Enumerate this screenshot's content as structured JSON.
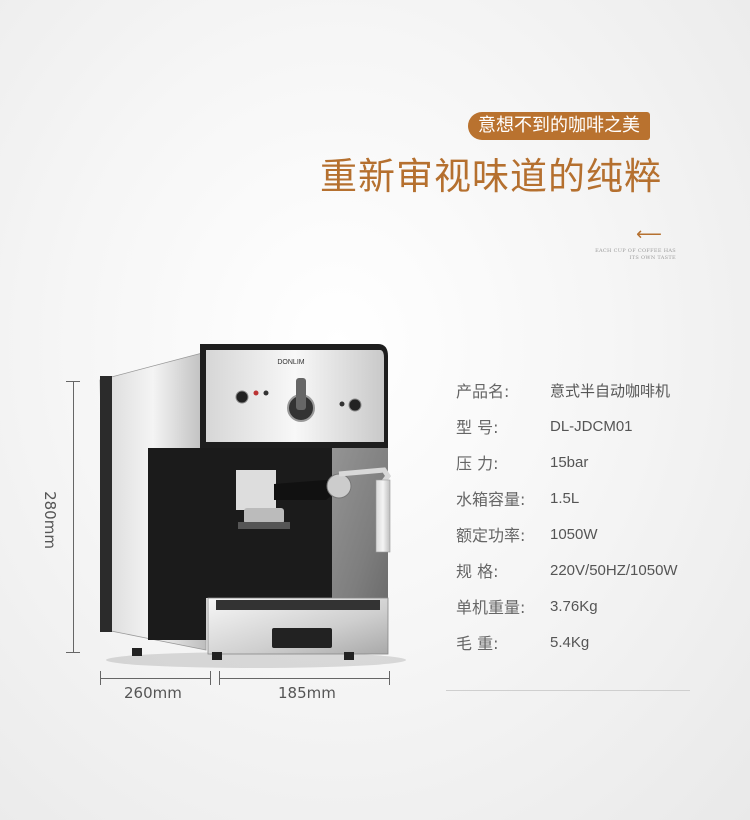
{
  "header": {
    "tagline": "意想不到的咖啡之美",
    "headline": "重新审视味道的纯粹",
    "arrow": "⟵",
    "english_small": "EACH CUP OF COFFEE HAS ITS OWN TASTE"
  },
  "brand": {
    "logo_text": "DONLIM"
  },
  "dimensions": {
    "height": "280mm",
    "depth": "260mm",
    "width": "185mm"
  },
  "specs": [
    {
      "label": "产品名:",
      "value": "意式半自动咖啡机"
    },
    {
      "label": "型  号:",
      "value": "DL-JDCM01"
    },
    {
      "label": "压  力:",
      "value": "15bar"
    },
    {
      "label": "水箱容量:",
      "value": "1.5L"
    },
    {
      "label": "额定功率:",
      "value": "1050W"
    },
    {
      "label": "规  格:",
      "value": "220V/50HZ/1050W"
    },
    {
      "label": "单机重量:",
      "value": "3.76Kg"
    },
    {
      "label": "毛  重:",
      "value": "5.4Kg"
    }
  ],
  "colors": {
    "accent": "#b5702f"
  }
}
